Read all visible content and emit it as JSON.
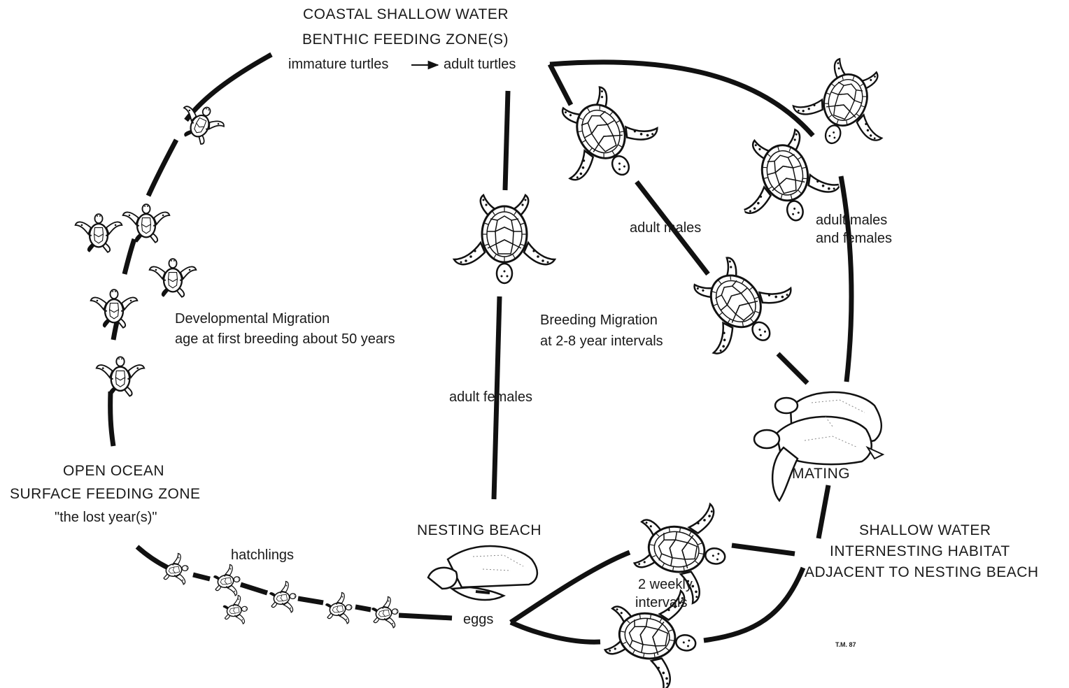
{
  "diagram": {
    "coastal_zone": {
      "line1": "COASTAL SHALLOW WATER",
      "line2": "BENTHIC FEEDING ZONE(S)",
      "from": "immature turtles",
      "to": "adult turtles"
    },
    "open_ocean": {
      "line1": "OPEN OCEAN",
      "line2": "SURFACE FEEDING ZONE",
      "line3": "\"the lost year(s)\""
    },
    "developmental_migration": {
      "line1": "Developmental Migration",
      "line2": "age at first breeding about 50 years"
    },
    "breeding_migration": {
      "line1": "Breeding Migration",
      "line2": "at 2-8 year intervals"
    },
    "adult_females": "adult females",
    "adult_males": "adult males",
    "adult_males_females": {
      "line1": "adult males",
      "line2": "and females"
    },
    "mating": "MATING",
    "nesting_beach": "NESTING BEACH",
    "hatchlings": "hatchlings",
    "eggs": "eggs",
    "interval": {
      "line1": "2 weekly",
      "line2": "intervals"
    },
    "internesting": {
      "line1": "SHALLOW  WATER",
      "line2": "INTERNESTING  HABITAT",
      "line3": "ADJACENT  TO NESTING BEACH"
    },
    "signature": "T.M. 87"
  },
  "colors": {
    "ink": "#111111",
    "paper": "#ffffff"
  },
  "icons": [
    "sea-turtle-icon",
    "hatchling-icon",
    "mating-turtles-icon",
    "nesting-turtle-icon",
    "arrow-right-icon"
  ]
}
